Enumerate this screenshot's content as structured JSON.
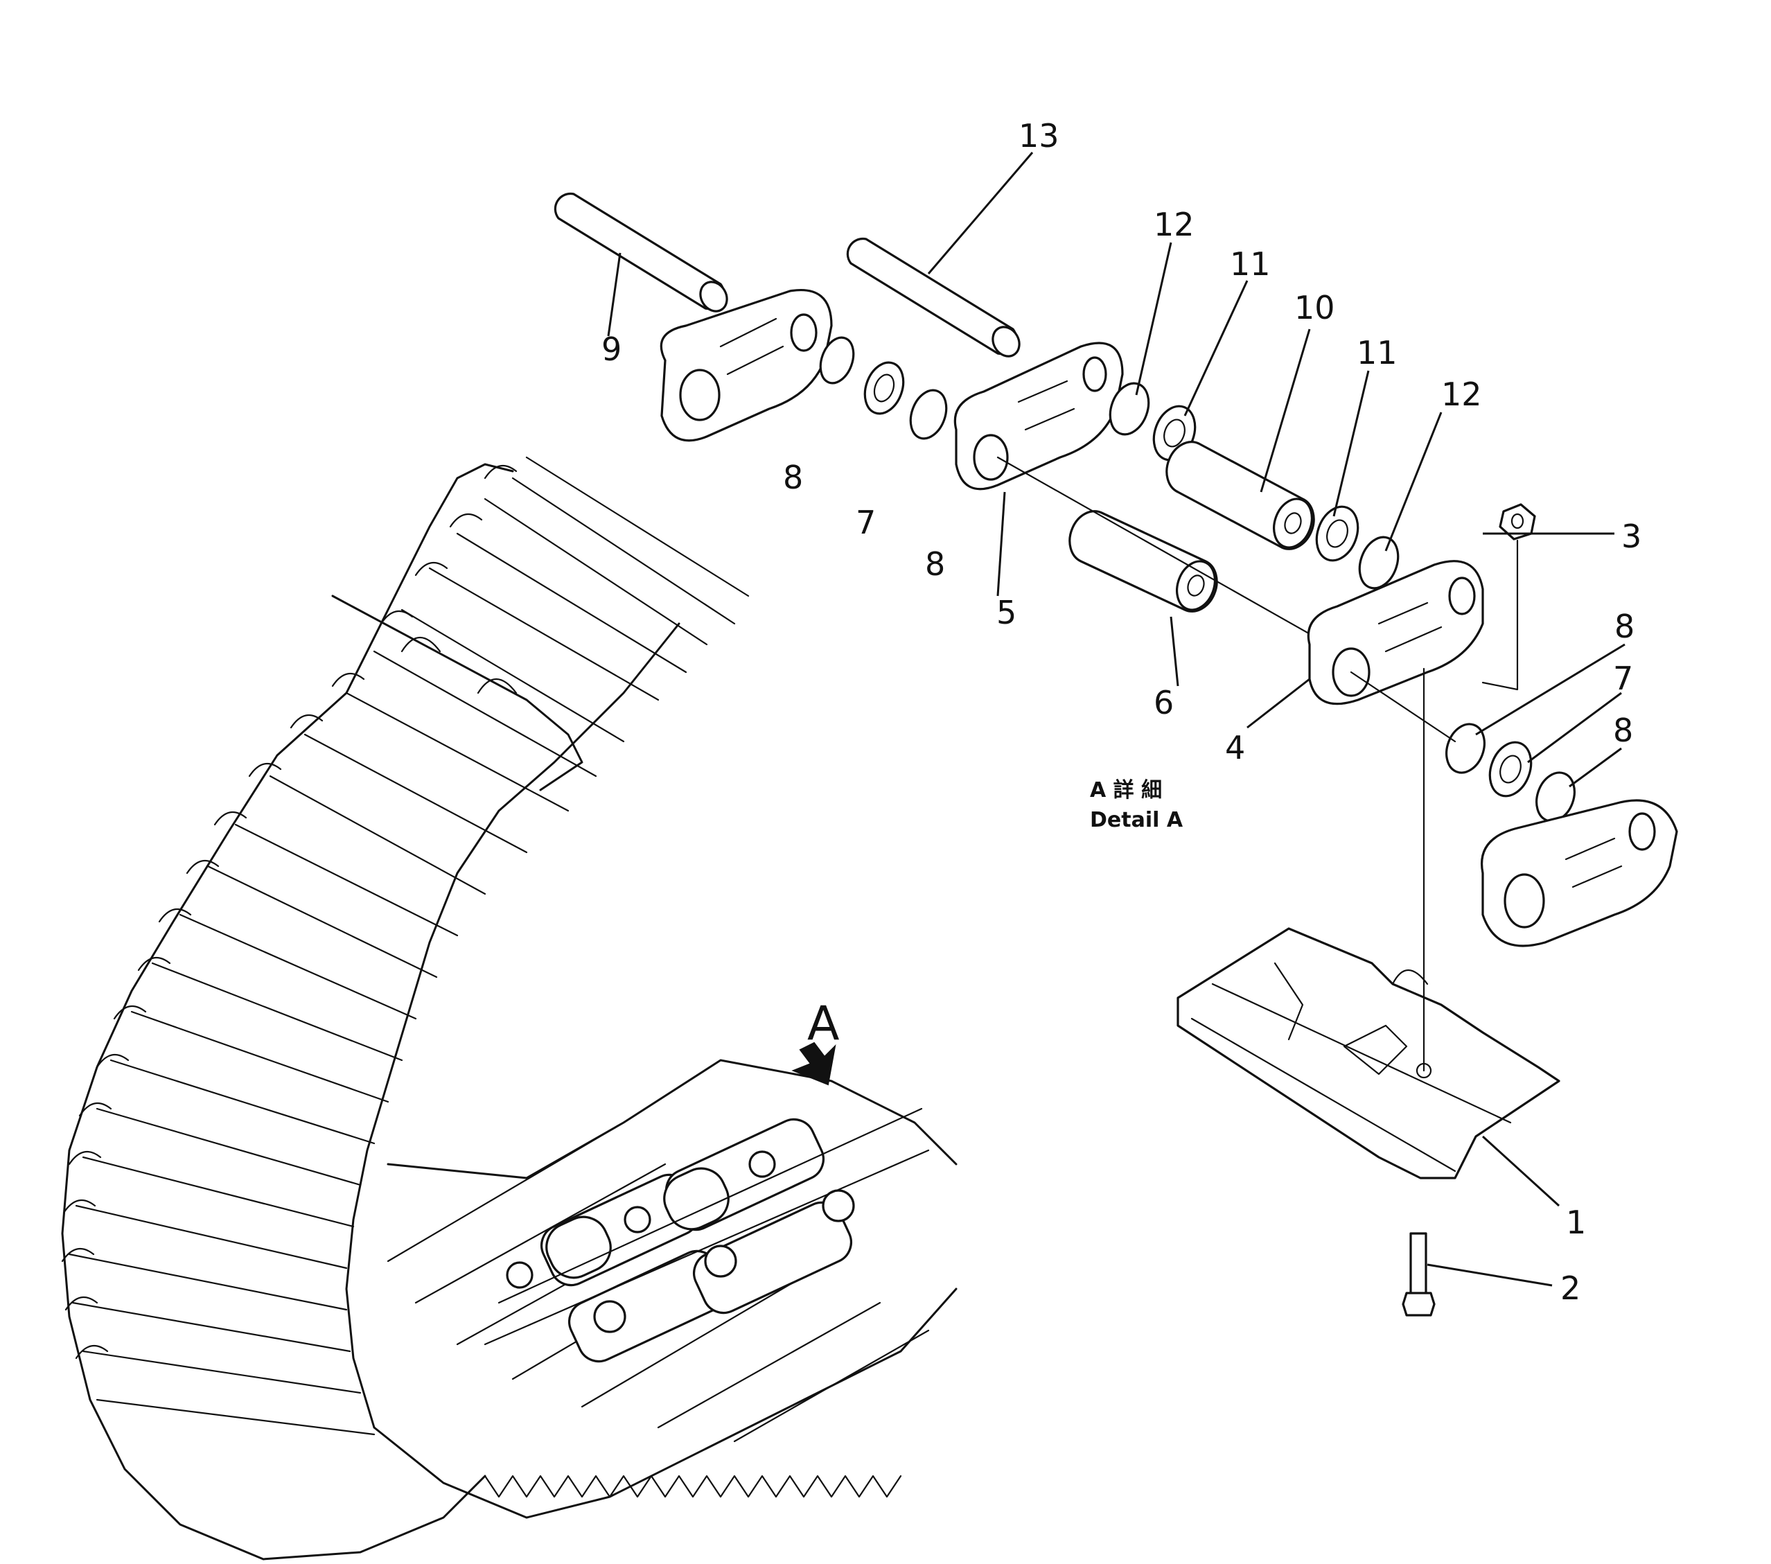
{
  "diagram": {
    "detail_title_jp": "A 詳 細",
    "detail_title_en": "Detail A",
    "view_marker": "A"
  },
  "callouts": [
    {
      "id": "c13",
      "label": "13"
    },
    {
      "id": "c12a",
      "label": "12"
    },
    {
      "id": "c11a",
      "label": "11"
    },
    {
      "id": "c10",
      "label": "10"
    },
    {
      "id": "c11b",
      "label": "11"
    },
    {
      "id": "c12b",
      "label": "12"
    },
    {
      "id": "c9",
      "label": "9"
    },
    {
      "id": "c8a",
      "label": "8"
    },
    {
      "id": "c7a",
      "label": "7"
    },
    {
      "id": "c8b",
      "label": "8"
    },
    {
      "id": "c5",
      "label": "5"
    },
    {
      "id": "c6",
      "label": "6"
    },
    {
      "id": "c3",
      "label": "3"
    },
    {
      "id": "c8c",
      "label": "8"
    },
    {
      "id": "c7b",
      "label": "7"
    },
    {
      "id": "c8d",
      "label": "8"
    },
    {
      "id": "c4",
      "label": "4"
    },
    {
      "id": "c1",
      "label": "1"
    },
    {
      "id": "c2",
      "label": "2"
    }
  ]
}
